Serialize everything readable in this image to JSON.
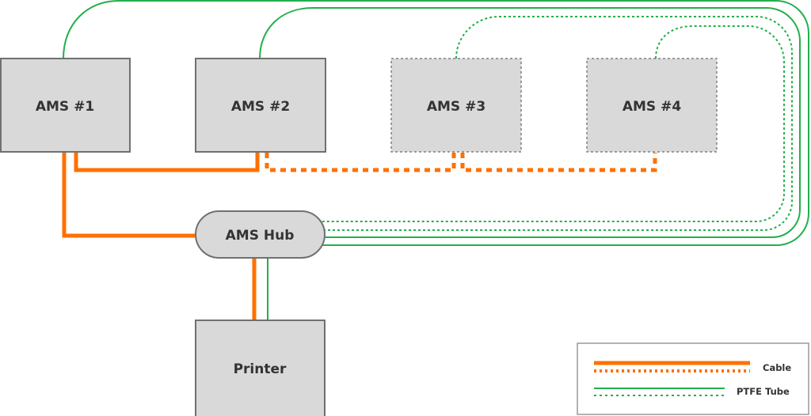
{
  "nodes": {
    "ams1": "AMS #1",
    "ams2": "AMS #2",
    "ams3": "AMS #3",
    "ams4": "AMS #4",
    "hub": "AMS Hub",
    "printer": "Printer"
  },
  "node_styles": {
    "ams1": "solid",
    "ams2": "solid",
    "ams3": "dashed",
    "ams4": "dashed"
  },
  "connections": [
    {
      "from": "AMS #1",
      "to": "AMS Hub",
      "type": "cable",
      "style": "solid"
    },
    {
      "from": "AMS #1",
      "to": "AMS #2",
      "type": "cable",
      "style": "solid"
    },
    {
      "from": "AMS #2",
      "to": "AMS #3",
      "type": "cable",
      "style": "dashed"
    },
    {
      "from": "AMS #3",
      "to": "AMS #4",
      "type": "cable",
      "style": "dashed"
    },
    {
      "from": "AMS Hub",
      "to": "Printer",
      "type": "cable",
      "style": "solid"
    },
    {
      "from": "AMS Hub",
      "to": "Printer",
      "type": "ptfe",
      "style": "solid"
    },
    {
      "from": "AMS #1",
      "to": "AMS Hub",
      "type": "ptfe",
      "style": "solid"
    },
    {
      "from": "AMS #2",
      "to": "AMS Hub",
      "type": "ptfe",
      "style": "solid"
    },
    {
      "from": "AMS #3",
      "to": "AMS Hub",
      "type": "ptfe",
      "style": "dashed"
    },
    {
      "from": "AMS #4",
      "to": "AMS Hub",
      "type": "ptfe",
      "style": "dashed"
    }
  ],
  "legend": {
    "cable": "Cable",
    "ptfe": "PTFE Tube"
  },
  "colors": {
    "cable": "#ff7000",
    "ptfe": "#22b04b",
    "box_fill": "#d9d9d9",
    "box_stroke": "#707070"
  }
}
